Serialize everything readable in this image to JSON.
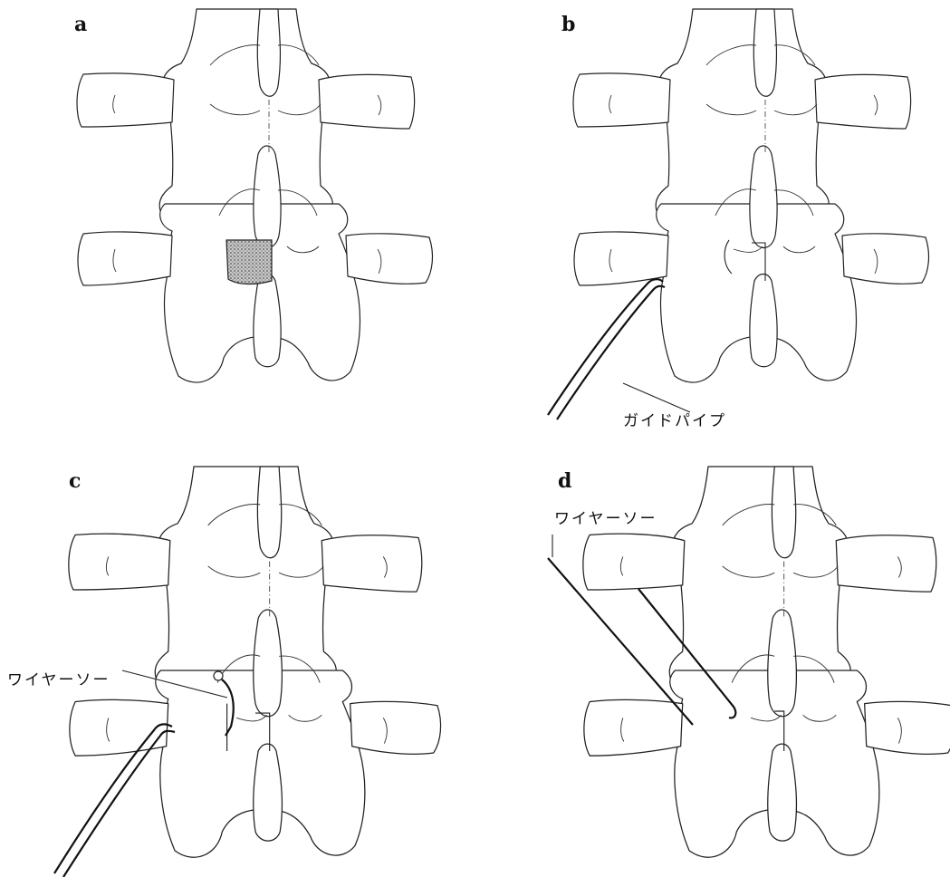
{
  "panels": [
    {
      "id": "a",
      "label": "a"
    },
    {
      "id": "b",
      "label": "b",
      "annotation": "ガイドパイプ"
    },
    {
      "id": "c",
      "label": "c",
      "annotation": "ワイヤーソー"
    },
    {
      "id": "d",
      "label": "d",
      "annotation": "ワイヤーソー"
    }
  ],
  "colors": {
    "line": "#222222",
    "shade": "#9a9a9a",
    "background": "#ffffff"
  },
  "icons": [
    "vertebra-illustration",
    "guide-pipe",
    "wire-saw"
  ]
}
